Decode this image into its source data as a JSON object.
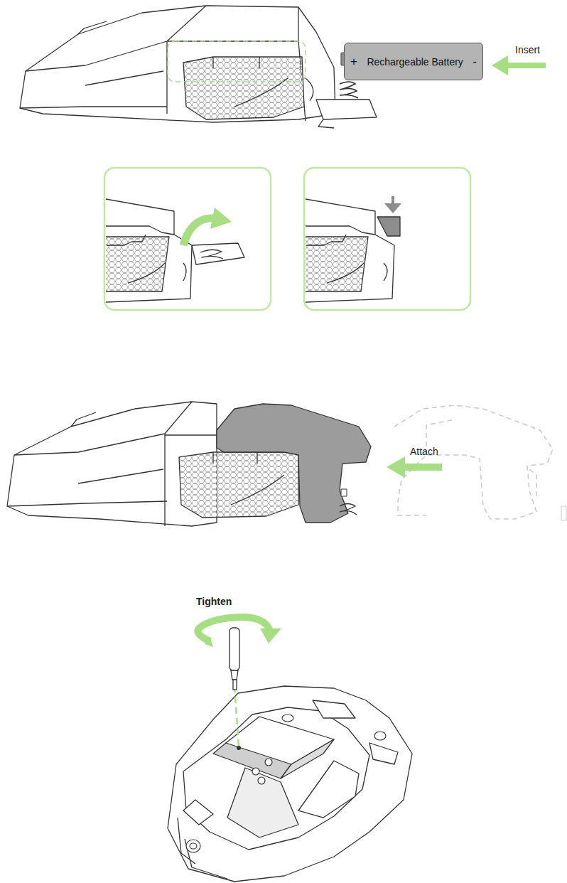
{
  "diagram": {
    "nodes": [
      {
        "text": [
          "+",
          "Rechargeable Battery",
          "-"
        ]
      }
    ],
    "labels": [
      "Insert",
      "Attach",
      "Tighten"
    ]
  }
}
